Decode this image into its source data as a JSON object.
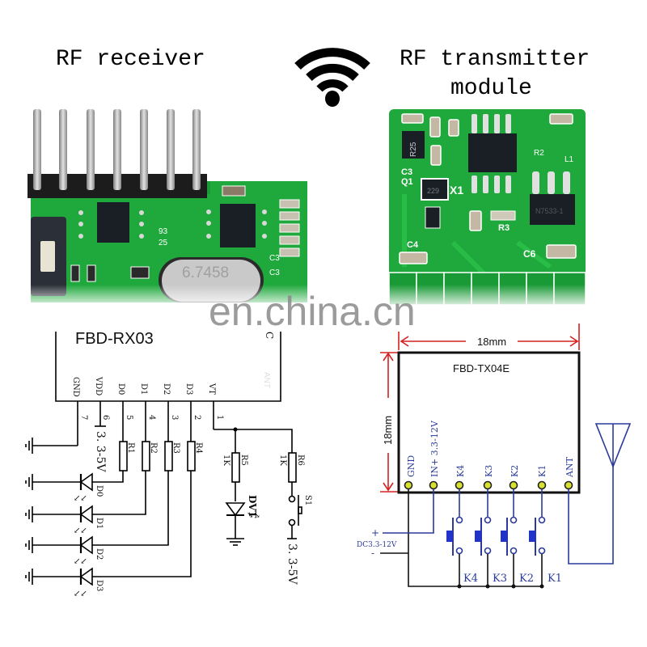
{
  "titles": {
    "receiver": "RF receiver",
    "transmitter_line1": "RF transmitter",
    "transmitter_line2": "module"
  },
  "watermark": "en.china.cn",
  "wifi_icon": "wifi-icon",
  "receiver_pcb": {
    "crystal_label": "6.7458",
    "silk_labels": [
      "93",
      "25",
      "C3",
      "C3"
    ]
  },
  "transmitter_pcb": {
    "silk_labels": [
      "R25",
      "Q1",
      "C3",
      "X1",
      "R3",
      "C4",
      "C6",
      "R2",
      "L1"
    ],
    "crystal_mark": "229",
    "regulator_mark": "N7533-1"
  },
  "rx_schematic": {
    "module_name": "FBD-RX03",
    "ant_label": "ANT",
    "pins": [
      {
        "name": "GND",
        "num": "7"
      },
      {
        "name": "VDD",
        "num": "6"
      },
      {
        "name": "D0",
        "num": "5"
      },
      {
        "name": "D1",
        "num": "4"
      },
      {
        "name": "D2",
        "num": "3"
      },
      {
        "name": "D3",
        "num": "2"
      },
      {
        "name": "VT",
        "num": "1"
      }
    ],
    "vdd_supply": "3. 3-5V",
    "resistors": [
      "R1",
      "R2",
      "R3",
      "R4"
    ],
    "leds": [
      "D0",
      "D1",
      "D2",
      "D3"
    ],
    "r5": {
      "name": "R5",
      "value": "1K"
    },
    "r6": {
      "name": "R6",
      "value": "1K"
    },
    "dvt": "DVT",
    "switch": "S1",
    "switch_supply": "3. 3-5V"
  },
  "tx_schematic": {
    "module_name": "FBD-TX04E",
    "width_dim": "18mm",
    "height_dim": "18mm",
    "pins": [
      "GND",
      "IN+ 3.3-12V",
      "K4",
      "K3",
      "K2",
      "K1",
      "ANT"
    ],
    "supply_plus": "+",
    "supply_label": "DC3.3-12V",
    "supply_minus": "-",
    "buttons": [
      "K4",
      "K3",
      "K2",
      "K1"
    ]
  },
  "colors": {
    "pcb_green": "#1fa83c",
    "dim_red": "#d42020",
    "wire_blue": "#2a3a9a",
    "pin_yellow": "#d8e030"
  }
}
